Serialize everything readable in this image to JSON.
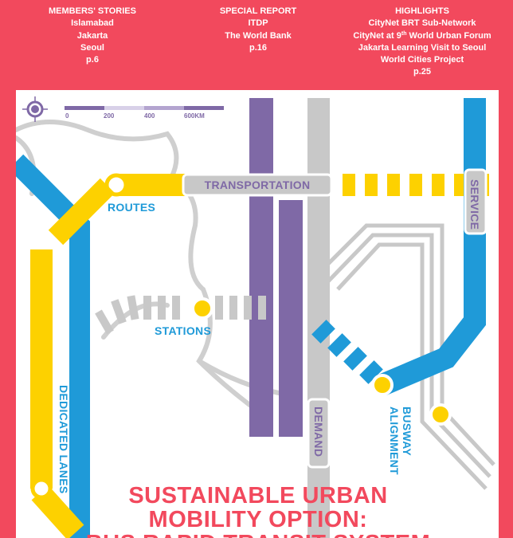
{
  "header": {
    "columns": [
      {
        "heading": "MEMBERS' STORIES",
        "items": [
          "Islamabad",
          "Jakarta",
          "Seoul"
        ],
        "page": "p.6"
      },
      {
        "heading": "SPECIAL REPORT",
        "items": [
          "ITDP",
          "The World Bank"
        ],
        "page": "p.16"
      },
      {
        "heading": "HIGHLIGHTS",
        "items": [
          "CityNet BRT Sub-Network",
          "CityNet at 9",
          "th",
          " World Urban Forum",
          "Jakarta Learning Visit to Seoul",
          "World Cities Project"
        ],
        "page": "p.25"
      }
    ]
  },
  "map": {
    "scale_ticks": [
      "0",
      "200",
      "400",
      "600KM"
    ],
    "labels": {
      "transportation": "TRANSPORTATION",
      "routes": "ROUTES",
      "stations": "STATIONS",
      "service": "SERVICE",
      "demand": "DEMAND",
      "busway_line1": "BUSWAY",
      "busway_line2": "ALIGNMENT",
      "dedicated_lanes": "DEDICATED LANES"
    }
  },
  "title": {
    "line1": "SUSTAINABLE URBAN",
    "line2": "MOBILITY OPTION:",
    "line3": "BUS RAPID TRANSIT SYSTEM"
  },
  "colors": {
    "brand_red": "#f2495d",
    "route_blue": "#1f9ad8",
    "route_yellow": "#fdd100",
    "route_purple": "#7f69a6",
    "route_grey": "#c8c8c8"
  }
}
